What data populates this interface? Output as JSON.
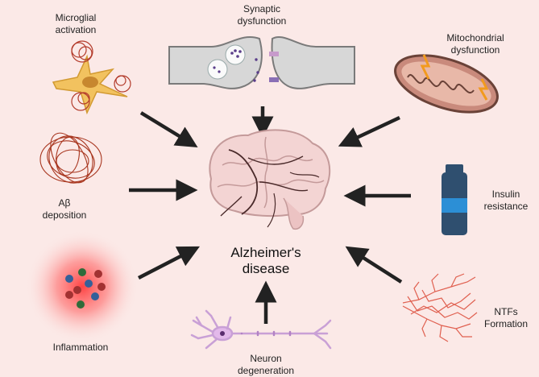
{
  "center": {
    "line1": "Alzheimer's",
    "line2": "disease"
  },
  "factors": {
    "microglial": {
      "line1": "Microglial",
      "line2": "activation",
      "icon": "microglia-icon"
    },
    "synaptic": {
      "line1": "Synaptic",
      "line2": "dysfunction",
      "icon": "synapse-icon"
    },
    "mitochondrial": {
      "line1": "Mitochondrial",
      "line2": "dysfunction",
      "icon": "mitochondrion-icon"
    },
    "abeta": {
      "line1": "Aβ",
      "line2": "deposition",
      "icon": "amyloid-plaque-icon"
    },
    "insulin": {
      "line1": "Insulin",
      "line2": "resistance",
      "icon": "insulin-vial-icon"
    },
    "inflammation": {
      "line1": "Inflammation",
      "icon": "inflammation-cells-icon"
    },
    "neuron": {
      "line1": "Neuron",
      "line2": "degeneration",
      "icon": "neuron-icon"
    },
    "ntf": {
      "line1": "NTFs",
      "line2": "Formation",
      "icon": "tangle-icon"
    }
  },
  "colors": {
    "background": "#fbe9e7",
    "arrow": "#222222",
    "brain": "#f3d4d3",
    "mito": "#c98a7c",
    "tangle": "#e06050",
    "vial": "#2f4f6f",
    "vial_band": "#2c8fd6"
  }
}
